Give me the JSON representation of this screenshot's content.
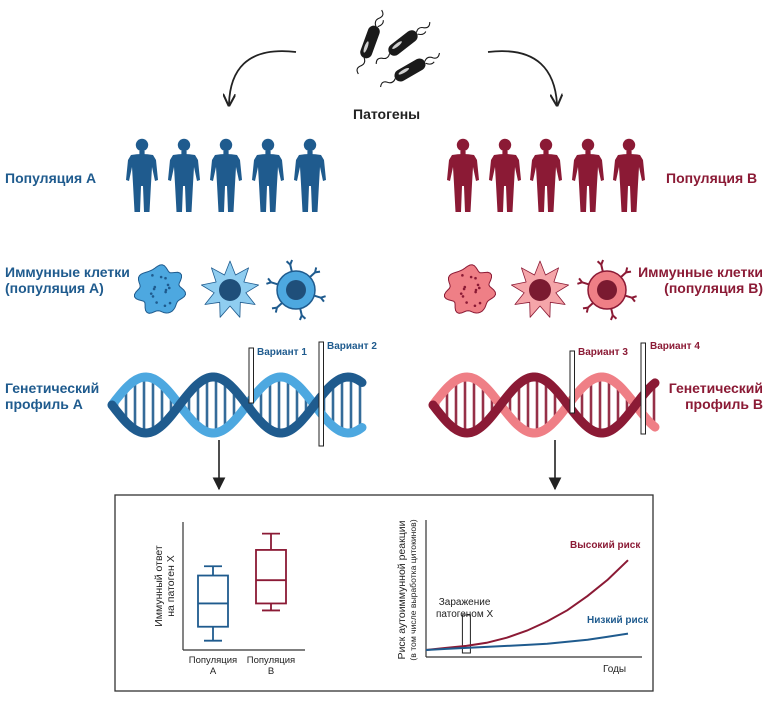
{
  "pathogens_label": "Патогены",
  "populations": {
    "a": {
      "label": "Популяция A",
      "immune_label_1": "Иммунные клетки",
      "immune_label_2": "(популяция A)",
      "genetic_label_1": "Генетический",
      "genetic_label_2": "профиль A",
      "variant_1": "Вариант 1",
      "variant_2": "Вариант 2"
    },
    "b": {
      "label": "Популяция B",
      "immune_label_1": "Иммунные клетки",
      "immune_label_2": "(популяция B)",
      "genetic_label_1": "Генетический",
      "genetic_label_2": "профиль B",
      "variant_1": "Вариант 3",
      "variant_2": "Вариант 4"
    }
  },
  "colors": {
    "blue_dark": "#1f5b8e",
    "blue_light": "#4da8e0",
    "blue_pale": "#8fcdf0",
    "red_dark": "#8b1a35",
    "red_light": "#ef7f86",
    "red_pale": "#f5a5a9",
    "pathogen": "#1a1a1a"
  },
  "chart_data": [
    {
      "type": "box",
      "ylabel_1": "Иммунный ответ",
      "ylabel_2": "на патоген X",
      "categories": [
        {
          "line1": "Популяция",
          "line2": "A"
        },
        {
          "line1": "Популяция",
          "line2": "B"
        }
      ],
      "boxes": [
        {
          "min": 0.08,
          "q1": 0.2,
          "median": 0.4,
          "q3": 0.64,
          "max": 0.72
        },
        {
          "min": 0.34,
          "q1": 0.4,
          "median": 0.6,
          "q3": 0.86,
          "max": 1.0
        }
      ],
      "ylim": [
        0,
        1.1
      ]
    },
    {
      "type": "line",
      "ylabel_1": "Риск аутоиммунной реакции",
      "ylabel_2": "(в том числе выработка цитокинов)",
      "xlabel": "Годы",
      "annotation_1": "Заражение",
      "annotation_2": "патогеном X",
      "infection_time": 0.2,
      "xlim": [
        0,
        1
      ],
      "ylim": [
        0,
        1
      ],
      "series": [
        {
          "name": "Высокий риск",
          "x": [
            0,
            0.1,
            0.2,
            0.3,
            0.4,
            0.5,
            0.6,
            0.7,
            0.8,
            0.9,
            1.0
          ],
          "y": [
            0.02,
            0.04,
            0.06,
            0.09,
            0.14,
            0.21,
            0.3,
            0.41,
            0.55,
            0.71,
            0.9
          ]
        },
        {
          "name": "Низкий риск",
          "x": [
            0,
            0.1,
            0.2,
            0.3,
            0.4,
            0.5,
            0.6,
            0.7,
            0.8,
            0.9,
            1.0
          ],
          "y": [
            0.02,
            0.03,
            0.04,
            0.05,
            0.06,
            0.07,
            0.08,
            0.1,
            0.12,
            0.15,
            0.18
          ]
        }
      ]
    }
  ]
}
